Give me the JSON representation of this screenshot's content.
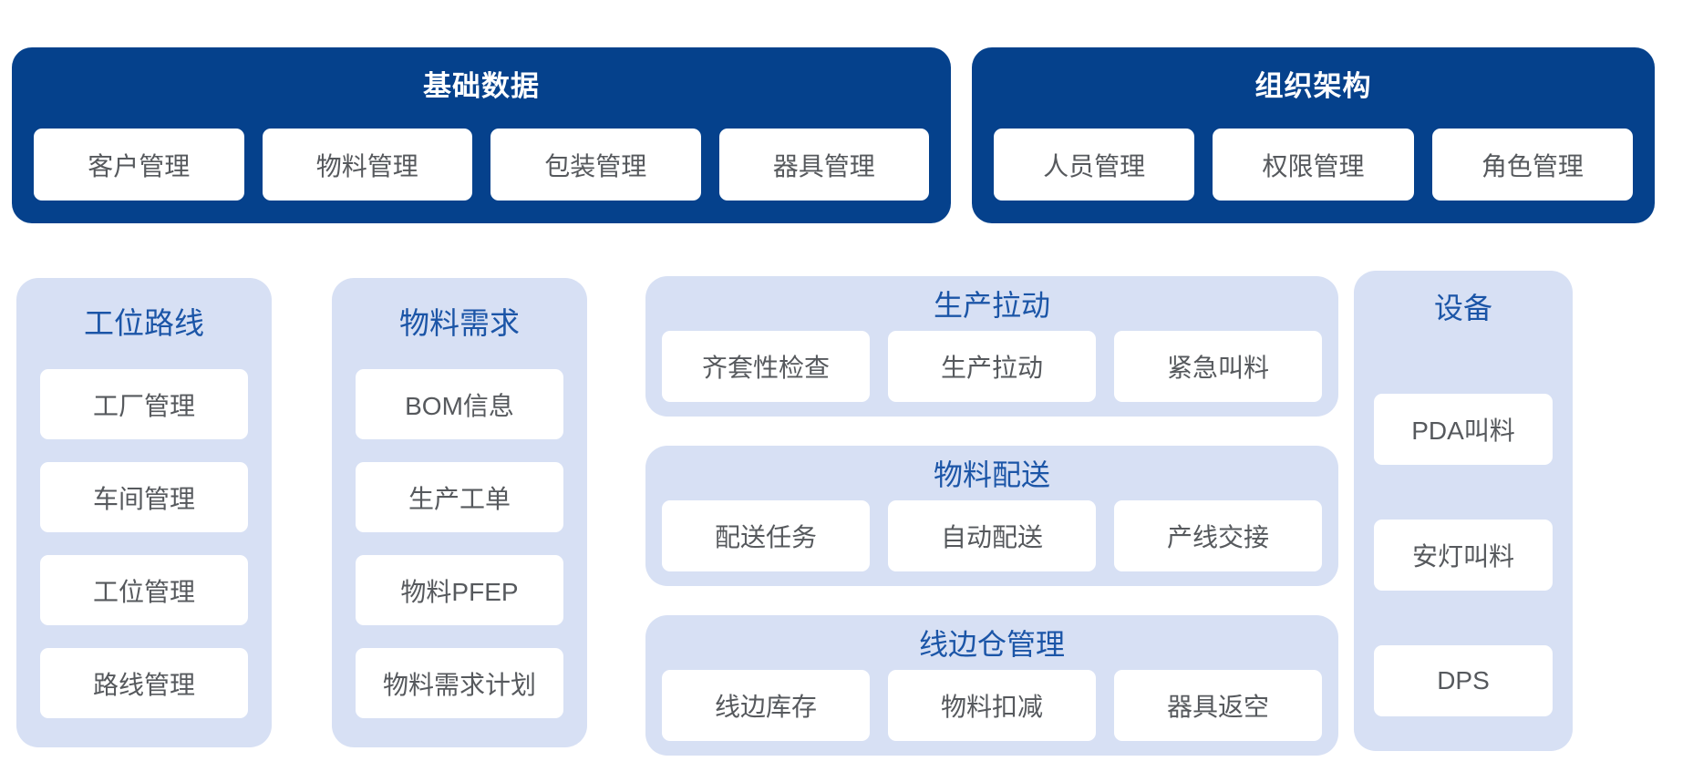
{
  "colors": {
    "navy_panel": "#05418c",
    "light_panel": "#d7e0f4",
    "title_blue": "#1b55a7",
    "card_text_gray": "#56595d",
    "card_white": "#ffffff",
    "page_background": "#ffffff"
  },
  "top_panels": [
    {
      "title": "基础数据",
      "items": [
        "客户管理",
        "物料管理",
        "包装管理",
        "器具管理"
      ]
    },
    {
      "title": "组织架构",
      "items": [
        "人员管理",
        "权限管理",
        "角色管理"
      ]
    }
  ],
  "side_columns": [
    {
      "title": "工位路线",
      "items": [
        "工厂管理",
        "车间管理",
        "工位管理",
        "路线管理"
      ]
    },
    {
      "title": "物料需求",
      "items": [
        "BOM信息",
        "生产工单",
        "物料PFEP",
        "物料需求计划"
      ]
    }
  ],
  "middle_panels": [
    {
      "title": "生产拉动",
      "items": [
        "齐套性检查",
        "生产拉动",
        "紧急叫料"
      ]
    },
    {
      "title": "物料配送",
      "items": [
        "配送任务",
        "自动配送",
        "产线交接"
      ]
    },
    {
      "title": "线边仓管理",
      "items": [
        "线边库存",
        "物料扣减",
        "器具返空"
      ]
    }
  ],
  "device_column": {
    "title": "设备",
    "items": [
      "PDA叫料",
      "安灯叫料",
      "DPS"
    ]
  }
}
